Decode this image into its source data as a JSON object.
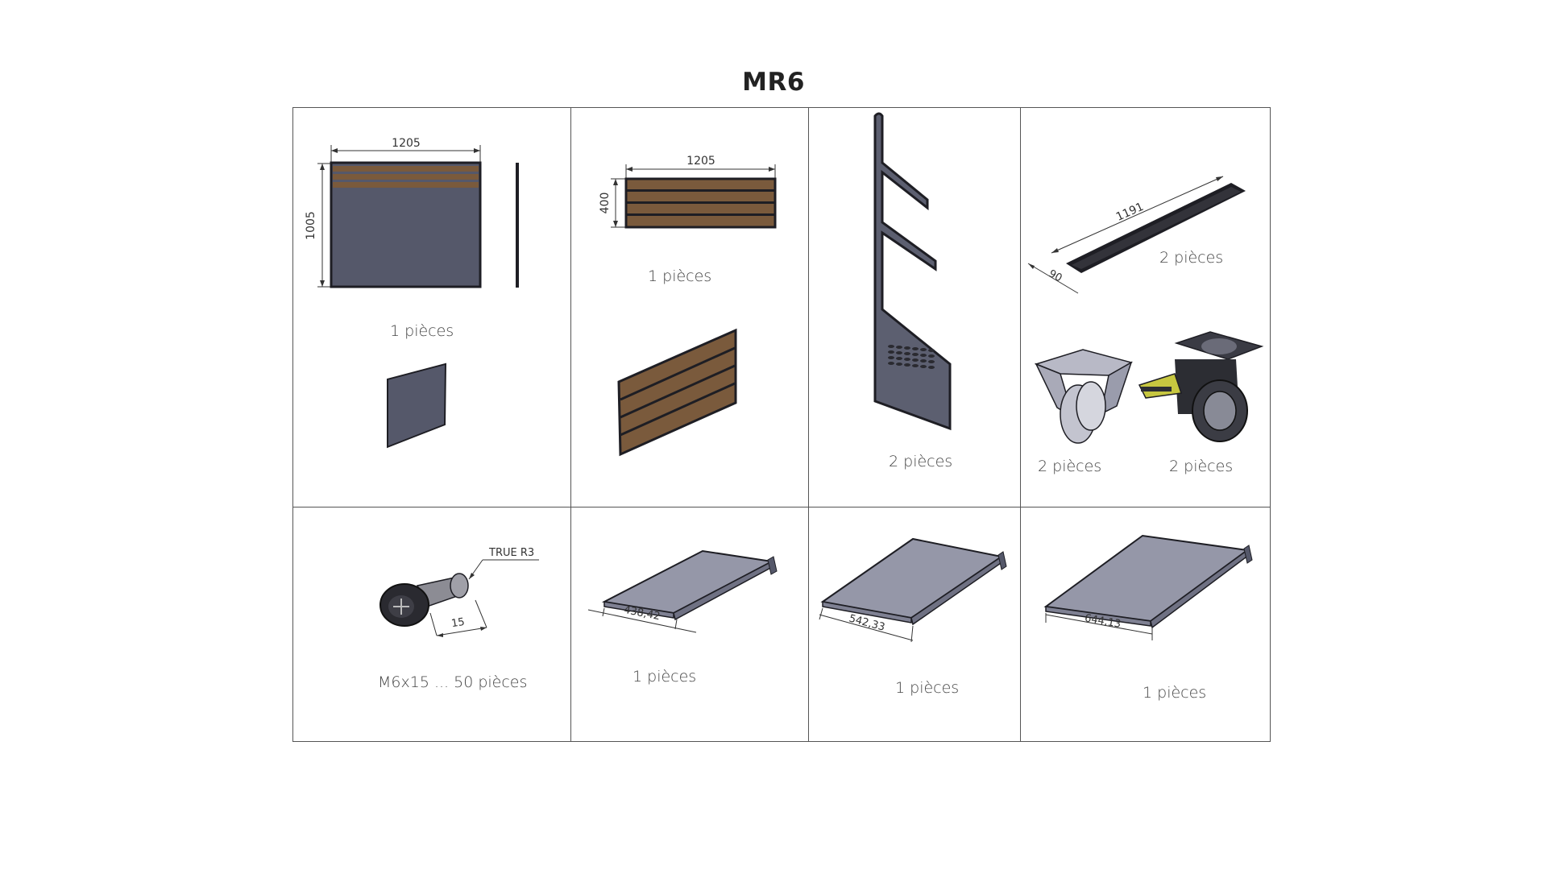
{
  "title": "MR6",
  "cells": {
    "back_panel": {
      "dim_width": "1205",
      "dim_height": "1005",
      "qty": "1 pièces"
    },
    "slat_panel": {
      "dim_width": "1205",
      "dim_height": "400",
      "qty": "1 pièces"
    },
    "side_frame": {
      "qty": "2 pièces"
    },
    "rail_and_casters": {
      "rail_length": "1191",
      "rail_width": "90",
      "rail_qty": "2 pièces",
      "fixed_caster_qty": "2 pièces",
      "swivel_caster_qty": "2 pièces"
    },
    "screw": {
      "callout": "TRUE R3",
      "dim_length": "15",
      "qty": "M6x15 ... 50 pièces"
    },
    "shelf_small": {
      "dim_length": "438,42",
      "qty": "1 pièces"
    },
    "shelf_medium": {
      "dim_length": "542,33",
      "qty": "1 pièces"
    },
    "shelf_large": {
      "dim_length": "644,13",
      "qty": "1 pièces"
    }
  },
  "colors": {
    "panel": "#55586a",
    "wood": "#7a5a3c",
    "shelf": "#9597a8",
    "outline": "#1e1e24",
    "grid_line": "#555555"
  }
}
